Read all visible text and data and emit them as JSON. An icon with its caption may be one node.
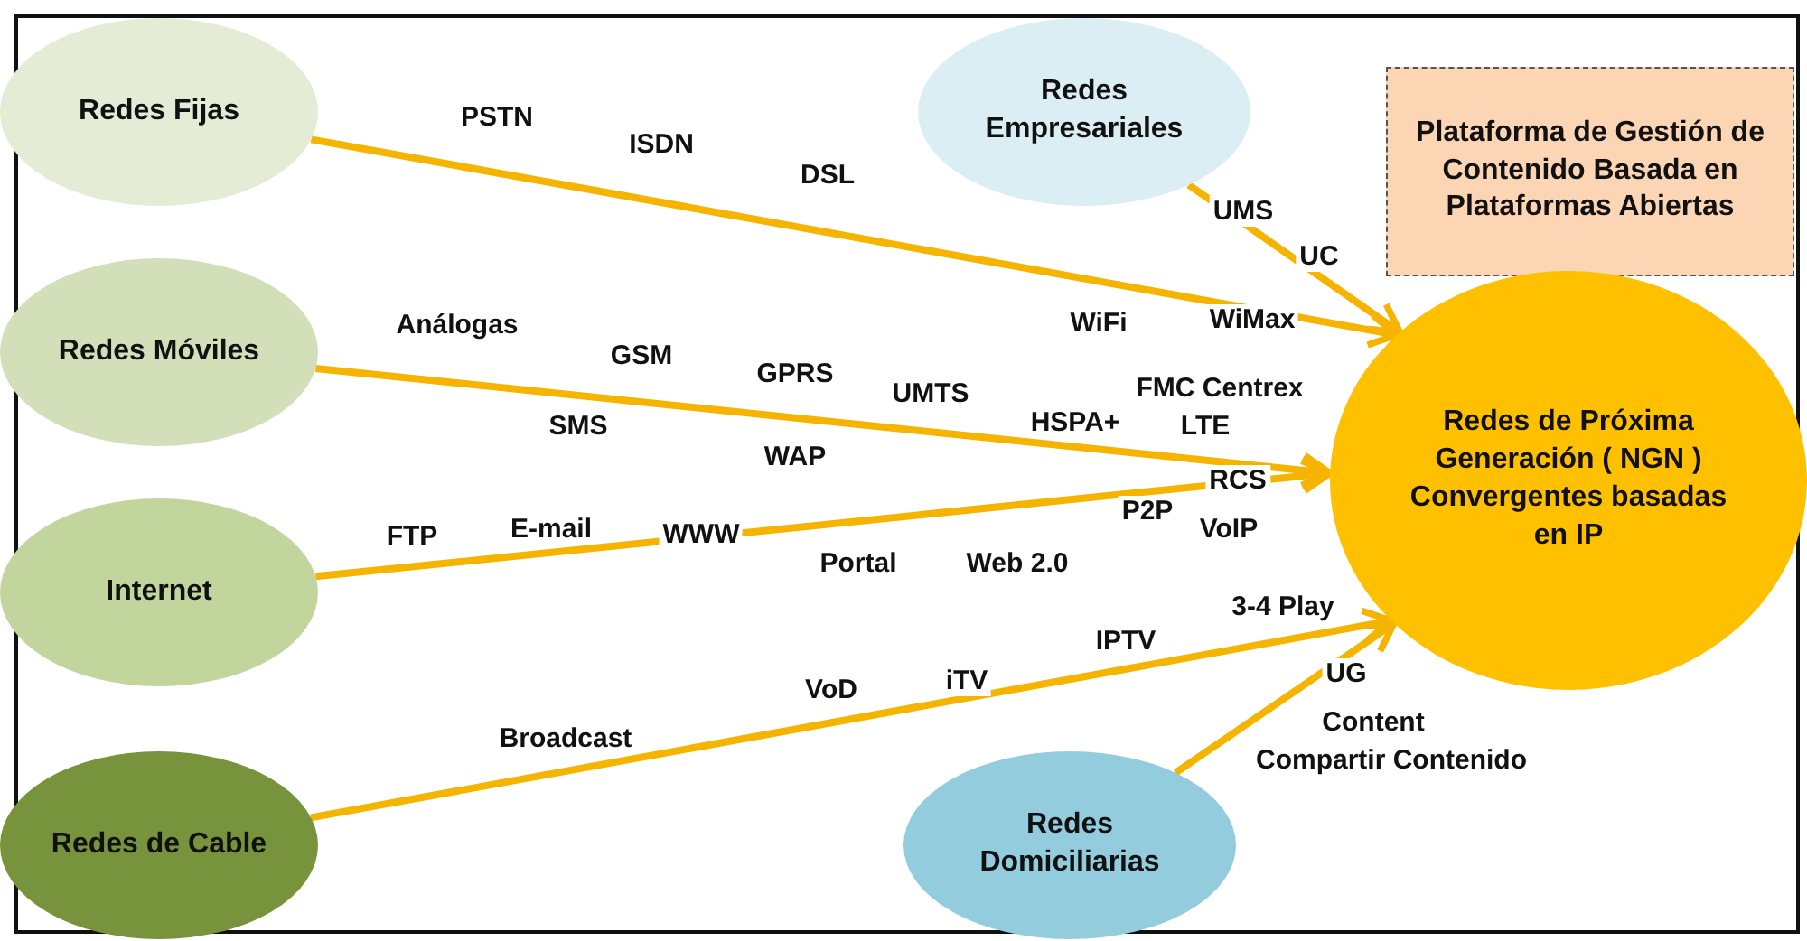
{
  "diagram": {
    "nodes": [
      {
        "text": [
          "Redes Fijas"
        ]
      },
      {
        "text": [
          "Redes Empresariales"
        ]
      },
      {
        "text": [
          "Plataforma de Gestión de Contenido Basada en Plataformas Abiertas"
        ]
      },
      {
        "text": [
          "Redes Móviles"
        ]
      },
      {
        "text": [
          "Redes de Próxima Generación ( NGN ) Convergentes basadas en IP"
        ]
      },
      {
        "text": [
          "Internet"
        ]
      },
      {
        "text": [
          "Redes de Cable"
        ]
      },
      {
        "text": [
          "Redes Domiciliarias"
        ]
      }
    ],
    "edges": [
      {
        "from": 0,
        "to": 4,
        "arrow": "to"
      },
      {
        "from": 1,
        "to": 4,
        "arrow": "to"
      },
      {
        "from": 3,
        "to": 4,
        "arrow": "to"
      },
      {
        "from": 5,
        "to": 4,
        "arrow": "to"
      },
      {
        "from": 6,
        "to": 4,
        "arrow": "to"
      },
      {
        "from": 7,
        "to": 4,
        "arrow": "to"
      }
    ],
    "labels": [
      "PSTN",
      "ISDN",
      "DSL",
      "UMS",
      "UC",
      "Análogas",
      "WiFi",
      "WiMax",
      "GSM",
      "GPRS",
      "UMTS",
      "FMC Centrex",
      "SMS",
      "HSPA+",
      "LTE",
      "WAP",
      "RCS",
      "P2P",
      "FTP",
      "E-mail",
      "WWW",
      "VoIP",
      "Portal",
      "Web 2.0",
      "3-4 Play",
      "IPTV",
      "VoD",
      "iTV",
      "UG",
      "Broadcast",
      "Content",
      "Compartir Contenido"
    ]
  }
}
